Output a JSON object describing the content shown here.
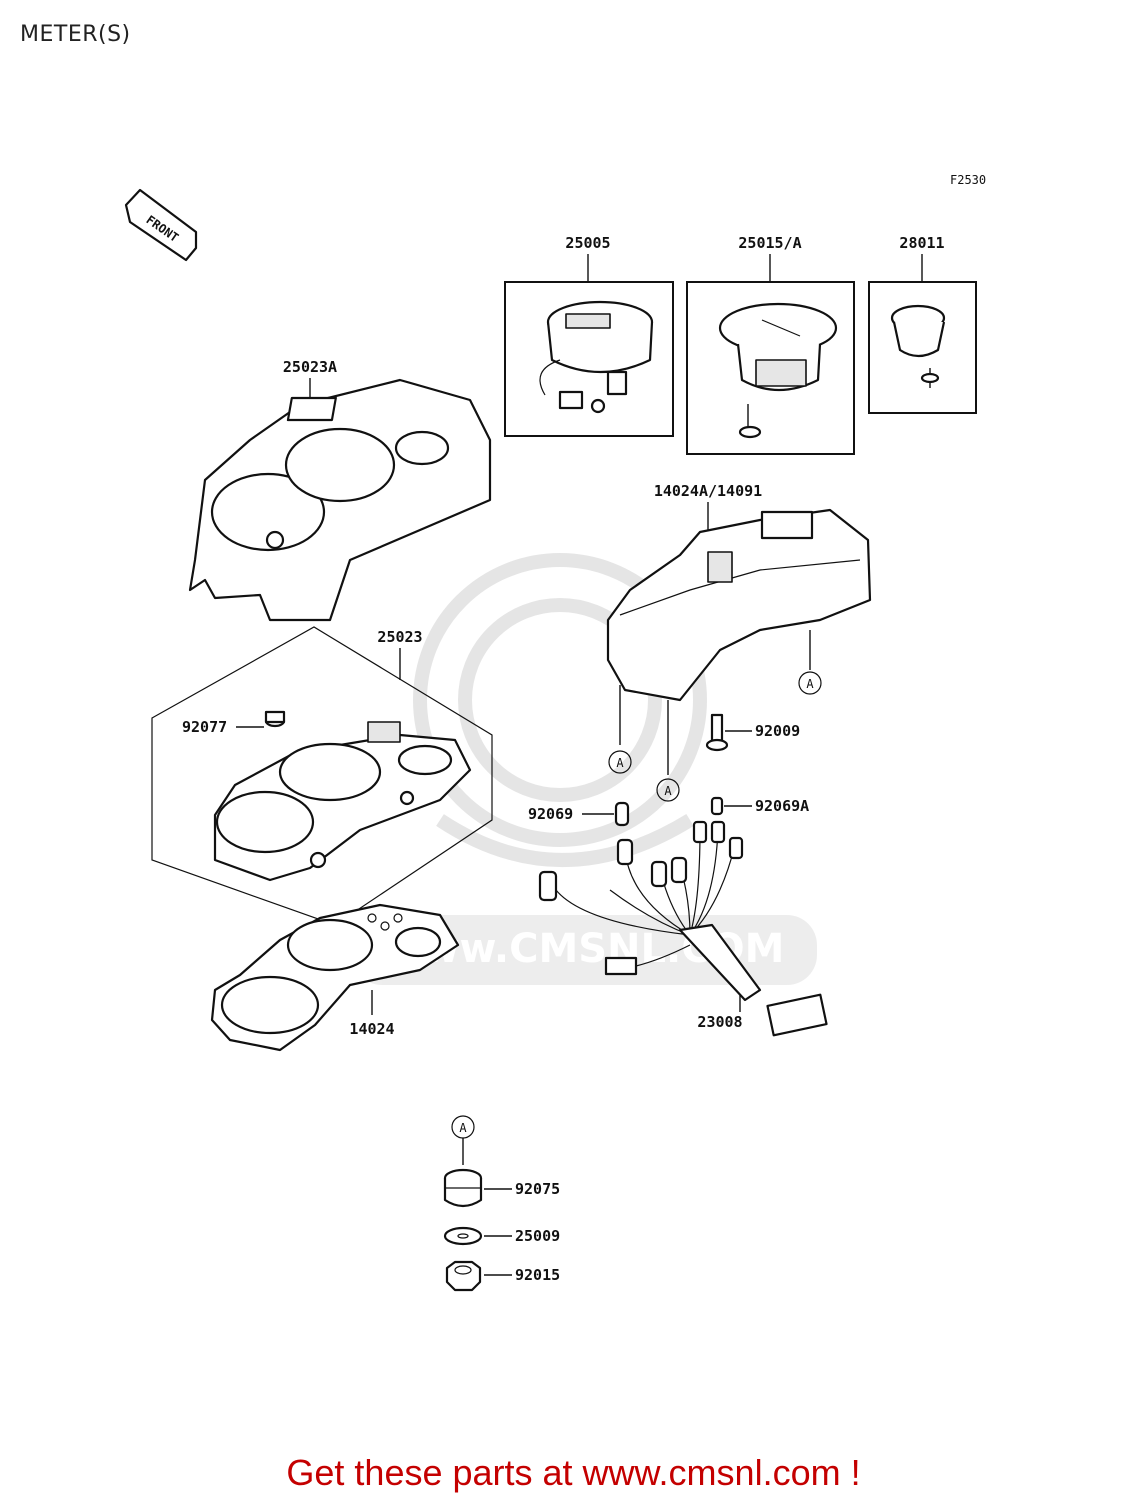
{
  "page": {
    "title": "METER(S)"
  },
  "figure": {
    "code": "F2530",
    "front_label": "FRONT"
  },
  "parts": {
    "p25005": "25005",
    "p25015A": "25015/A",
    "p28011": "28011",
    "p25023A": "25023A",
    "p14024A": "14024A/14091",
    "p25023": "25023",
    "p92077": "92077",
    "p92009": "92009",
    "p92069": "92069",
    "p92069A": "92069A",
    "p14024": "14024",
    "p23008": "23008",
    "p92075": "92075",
    "p25009": "25009",
    "p92015": "92015"
  },
  "ref_marker": "A",
  "watermark": "www.CMSNL.COM",
  "footer": {
    "text": "Get these parts at www.cmsnl.com !"
  }
}
